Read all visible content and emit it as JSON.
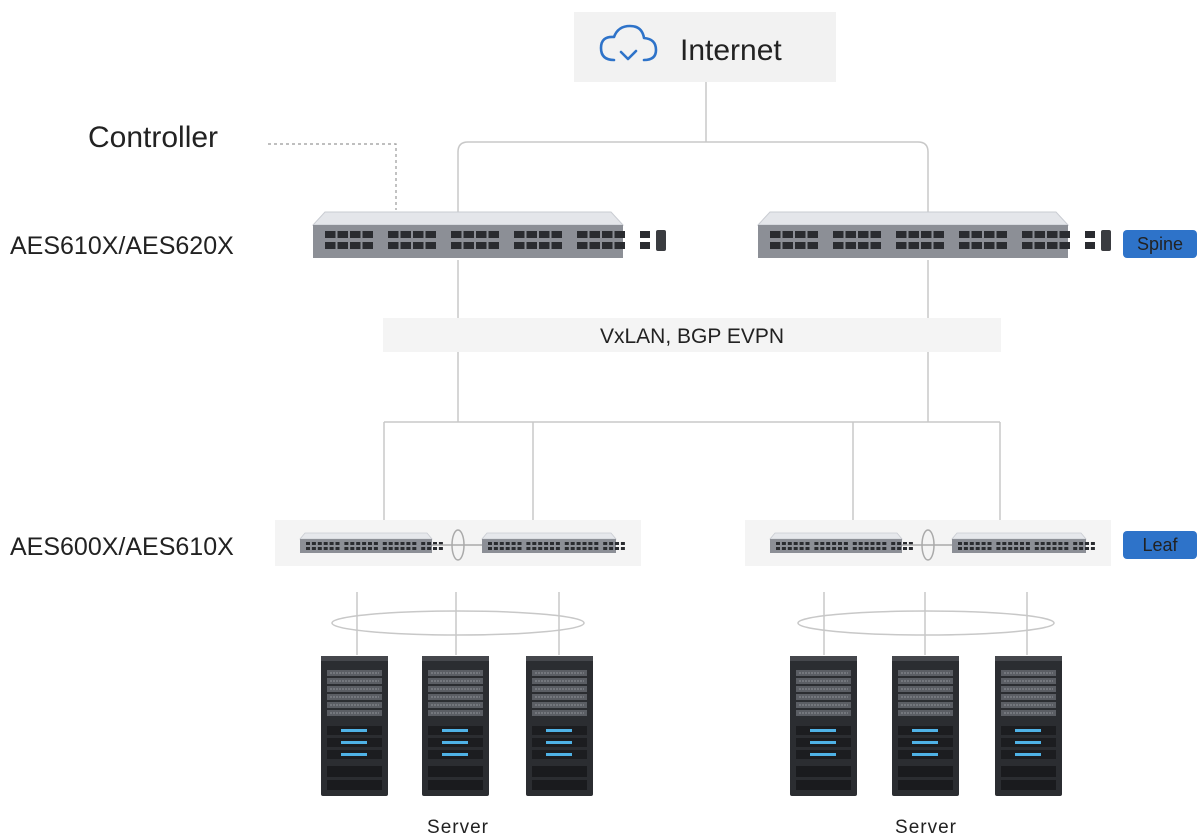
{
  "internet": {
    "label": "Internet",
    "icon": "cloud-icon"
  },
  "controller": {
    "label": "Controller"
  },
  "spine": {
    "model_label": "AES610X/AES620X",
    "tag": "Spine"
  },
  "overlay": {
    "label": "VxLAN, BGP EVPN"
  },
  "leaf": {
    "model_label": "AES600X/AES610X",
    "tag": "Leaf"
  },
  "servers": {
    "left_label": "Server",
    "right_label": "Server"
  },
  "colors": {
    "tag_bg": "#2e73c9",
    "tag_text": "#ffffff",
    "cloud_icon": "#2e73c9",
    "panel_bg": "#f2f2f2",
    "line": "#c8c8c8",
    "switch_body": "#8c8f96",
    "switch_top": "#e4e6ea",
    "rack_body": "#2b2d31",
    "rack_accent": "#4fb2e6"
  }
}
